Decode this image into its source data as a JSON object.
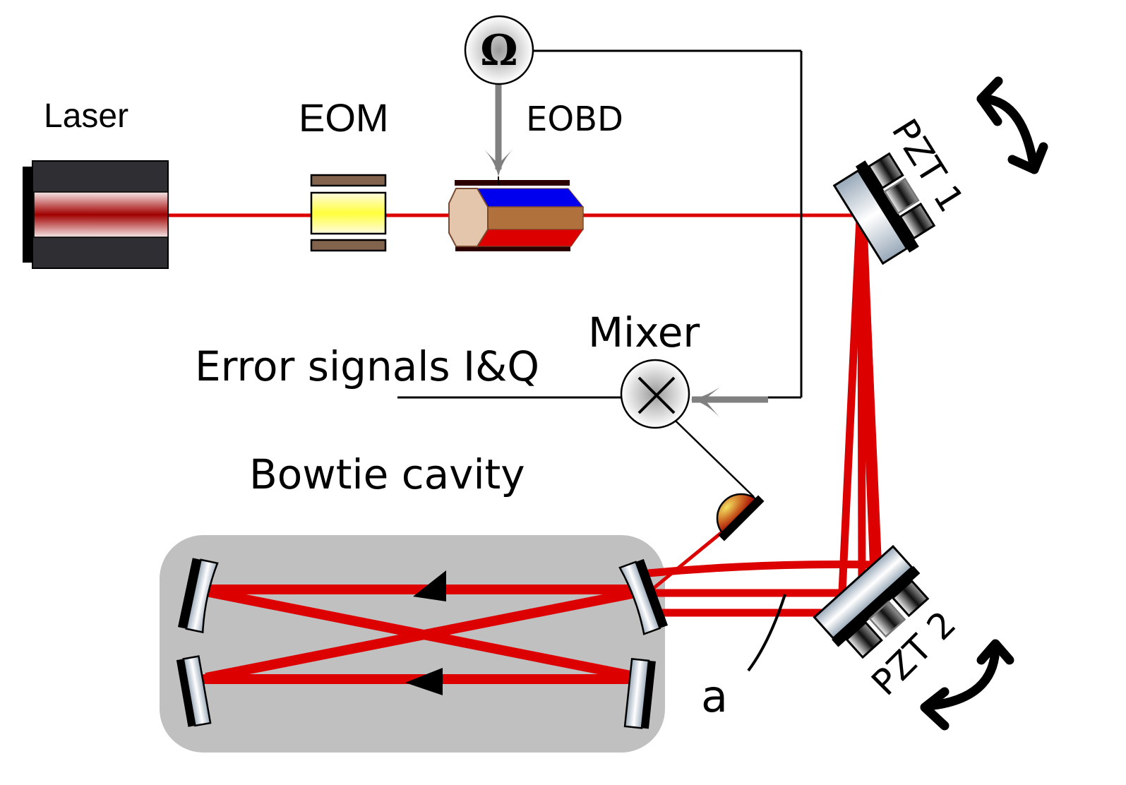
{
  "labels": {
    "laser": "Laser",
    "eom": "EOM",
    "eobd": "EOBD",
    "omega": "Ω",
    "mixer": "Mixer",
    "error_signals": "Error signals I&Q",
    "bowtie_cavity": "Bowtie cavity",
    "pzt1": "PZT 1",
    "pzt2": "PZT 2",
    "a": "a"
  },
  "colors": {
    "beam": "#dd0000",
    "cavity_box": "#c0c0c0",
    "signal_arrow": "#808080",
    "laser_body": "#2f2e33",
    "eom_plates": "#82644e",
    "eom_crystal": "#ffff44",
    "eobd_blue": "#0000ee",
    "eobd_brown": "#b0713c",
    "eobd_red": "#dd0000",
    "eobd_face": "#e3c6ac",
    "eobd_plates": "#2a0000"
  },
  "components": [
    {
      "id": "laser",
      "type": "laser source"
    },
    {
      "id": "eom",
      "type": "electro-optic modulator"
    },
    {
      "id": "eobd",
      "type": "electro-optic beam deflector"
    },
    {
      "id": "rf-source",
      "type": "RF oscillator",
      "symbol": "Ω"
    },
    {
      "id": "pzt1",
      "type": "piezo-actuated steering mirror"
    },
    {
      "id": "pzt2",
      "type": "piezo-actuated steering mirror"
    },
    {
      "id": "mixer",
      "type": "RF mixer",
      "symbol": "×"
    },
    {
      "id": "photodetector",
      "type": "photodiode"
    },
    {
      "id": "bowtie-cavity",
      "type": "four-mirror ring cavity"
    }
  ]
}
